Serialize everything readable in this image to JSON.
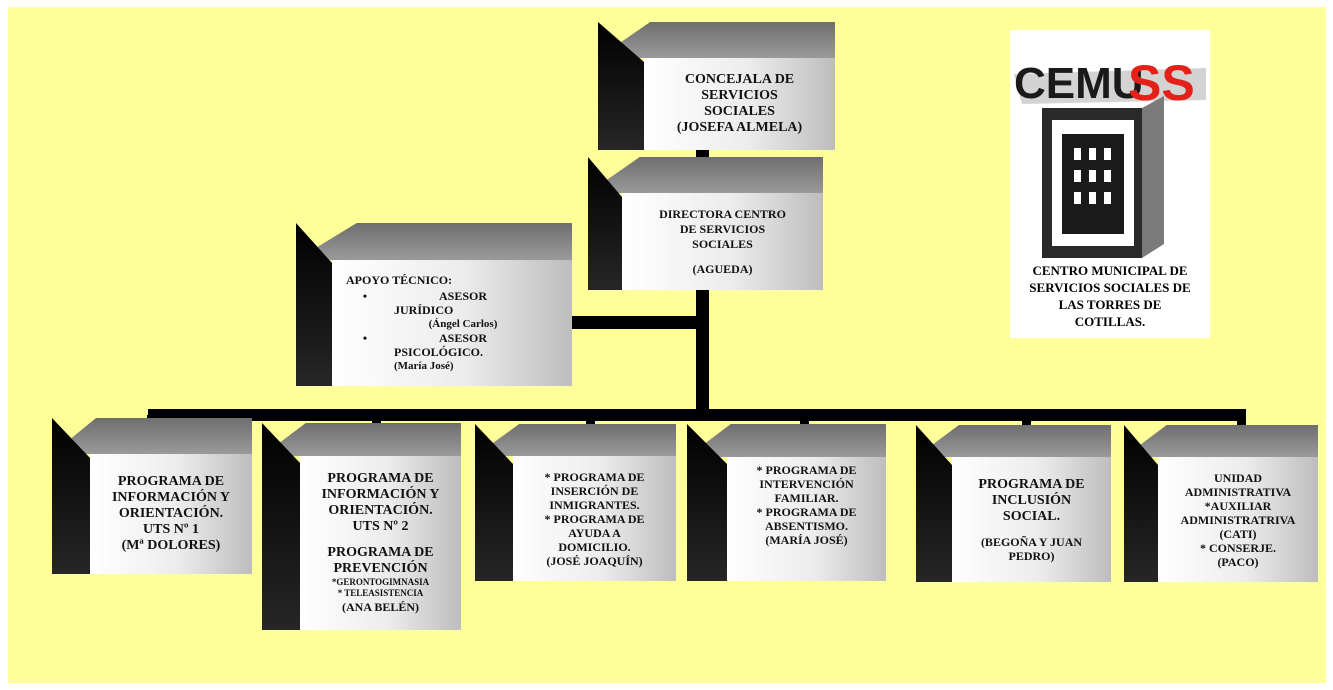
{
  "concejala": {
    "line1": "CONCEJALA DE",
    "line2": "SERVICIOS",
    "line3": "SOCIALES",
    "line4": "(JOSEFA ALMELA)"
  },
  "directora": {
    "line1": "DIRECTORA CENTRO",
    "line2": "DE SERVICIOS",
    "line3": "SOCIALES",
    "line4": "(AGUEDA)"
  },
  "apoyo": {
    "title": "APOYO TÉCNICO:",
    "bullet": "•",
    "item1": {
      "l1": "ASESOR",
      "l2": "JURÍDICO",
      "name": "(Ángel Carlos)"
    },
    "item2": {
      "l1": "ASESOR",
      "l2": "PSICOLÓGICO.",
      "name": "(María José)"
    }
  },
  "logo": {
    "word_a": "CEMU",
    "word_b": "SS",
    "caption1": "CENTRO MUNICIPAL DE",
    "caption2": "SERVICIOS SOCIALES DE",
    "caption3": "LAS TORRES DE",
    "caption4": "COTILLAS.",
    "colors": {
      "dark": "#1a1a1a",
      "red": "#e32119",
      "gray": "#777777"
    }
  },
  "programs": [
    {
      "lines": [
        "PROGRAMA DE",
        "INFORMACIÓN Y",
        "ORIENTACIÓN.",
        "UTS Nº 1",
        "(Mª DOLORES)"
      ]
    },
    {
      "lines": [
        "PROGRAMA DE",
        "INFORMACIÓN Y",
        "ORIENTACIÓN.",
        "UTS Nº 2"
      ],
      "lines2": [
        "PROGRAMA DE",
        "PREVENCIÓN"
      ],
      "small": [
        "*GERONTOGIMNASIA",
        "* TELEASISTENCIA"
      ],
      "name": "(ANA BELÉN)"
    },
    {
      "lines": [
        "* PROGRAMA DE",
        "INSERCIÓN DE",
        "INMIGRANTES.",
        "* PROGRAMA DE",
        "AYUDA A",
        "DOMICILIO.",
        "(JOSÉ JOAQUÍN)"
      ]
    },
    {
      "lines": [
        "* PROGRAMA DE",
        "INTERVENCIÓN",
        "FAMILIAR.",
        "* PROGRAMA DE",
        "ABSENTISMO.",
        "(MARÍA JOSÉ)"
      ]
    },
    {
      "lines": [
        "PROGRAMA DE",
        "INCLUSIÓN",
        "SOCIAL."
      ],
      "name": "(BEGOÑA Y JUAN",
      "name2": "PEDRO)"
    },
    {
      "lines": [
        "UNIDAD",
        "ADMINISTRATIVA",
        "*AUXILIAR",
        "ADMINISTRATRIVA",
        "(CATI)",
        "* CONSERJE.",
        "(PACO)"
      ]
    }
  ]
}
